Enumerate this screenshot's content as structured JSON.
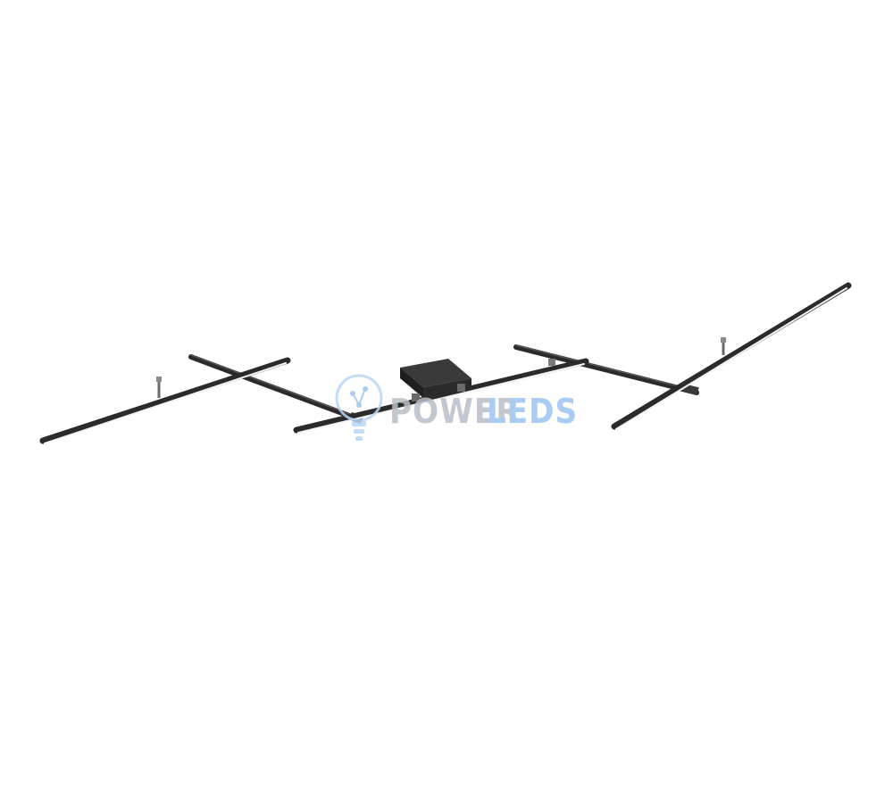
{
  "image": {
    "subject": "ceiling-light-fixture",
    "colors": {
      "background": "#ffffff",
      "frame": "#2b2b2b",
      "frame_highlight": "#5a5a5a",
      "diffuser": "#f4f4f4",
      "watermark_power": "#b8bfc8",
      "watermark_leds": "#9cc4f0"
    }
  },
  "watermark": {
    "word_power": "POWER",
    "word_leds": "LEDS",
    "icon": "lightbulb-icon"
  }
}
